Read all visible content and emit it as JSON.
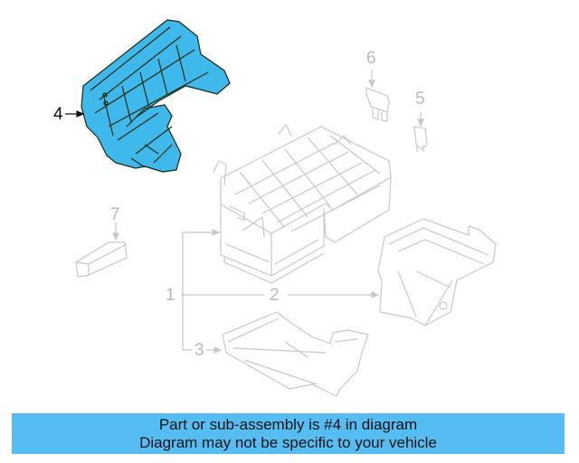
{
  "diagram": {
    "colors": {
      "highlight_fill": "#3fb8ec",
      "highlight_stroke": "#1a2a10",
      "ghost_stroke": "#c8c8c8",
      "banner": "#55bdf2"
    },
    "callouts": [
      {
        "number": "1",
        "part": "battery-assembly"
      },
      {
        "number": "2",
        "part": "battery-tray"
      },
      {
        "number": "3",
        "part": "battery-lower-tray"
      },
      {
        "number": "4",
        "part": "fuse-box-bracket",
        "highlighted": true
      },
      {
        "number": "5",
        "part": "mini-fuse"
      },
      {
        "number": "6",
        "part": "fuse"
      },
      {
        "number": "7",
        "part": "clip"
      }
    ]
  },
  "banner": {
    "line1": "Part or sub-assembly is #4 in diagram",
    "line2": "Diagram may not be specific to your vehicle"
  }
}
